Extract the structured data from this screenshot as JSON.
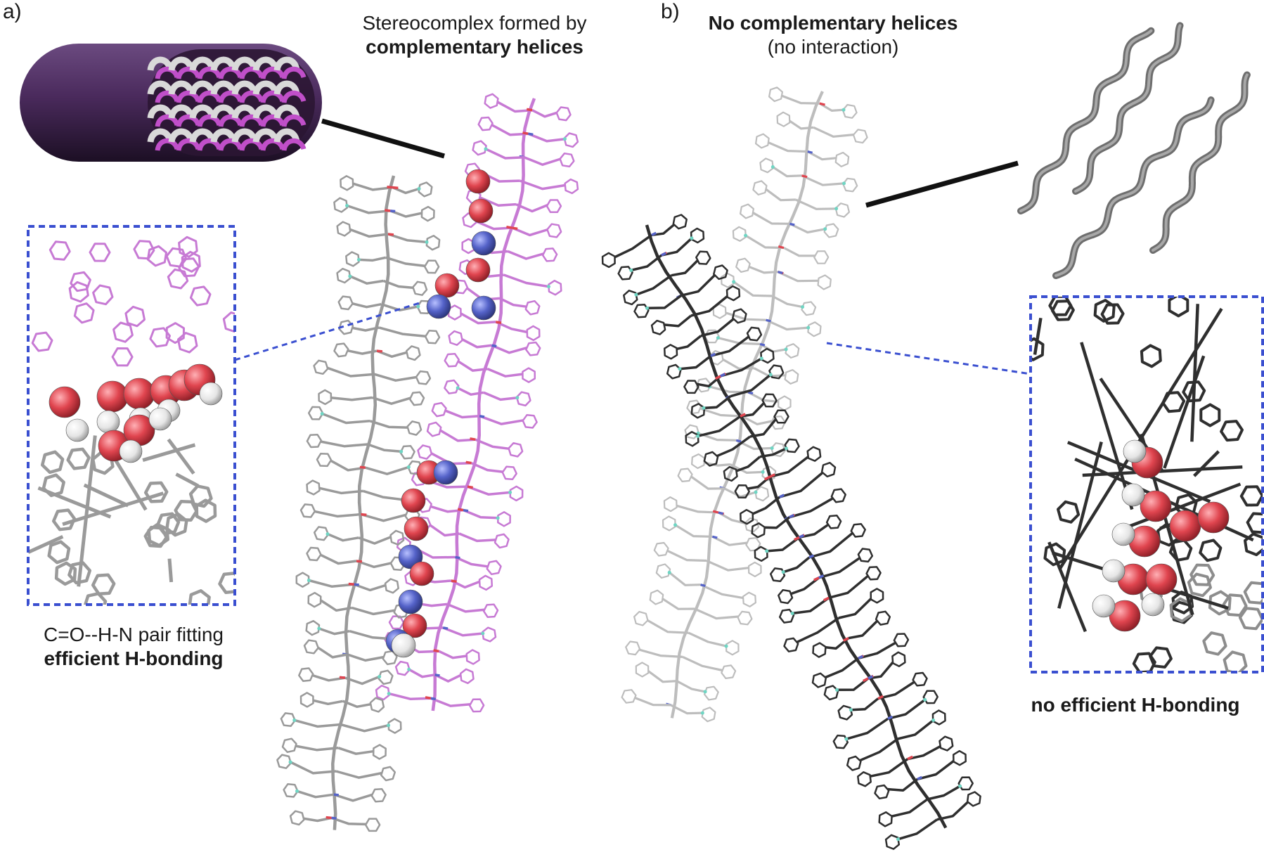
{
  "panel_a": {
    "label": "a)",
    "title_line1": "Stereocomplex formed by",
    "title_line2": "complementary helices",
    "inset_caption_line1": "C=O--H-N pair fitting",
    "inset_caption_line2": "efficient H-bonding"
  },
  "panel_b": {
    "label": "b)",
    "title_line1": "No complementary helices",
    "title_line2": "(no interaction)",
    "inset_caption": "no efficient H-bonding"
  },
  "colors": {
    "helix_gray": "#9a9a9a",
    "helix_pink": "#c77ad4",
    "helix_dark": "#2f2f2f",
    "oxygen_red": "#e0454f",
    "nitrogen_blue": "#5563c9",
    "hydrogen_white": "#e9e9e9",
    "capsule_purple": "#4a2a5c",
    "inset_border": "#3a4fd0"
  }
}
